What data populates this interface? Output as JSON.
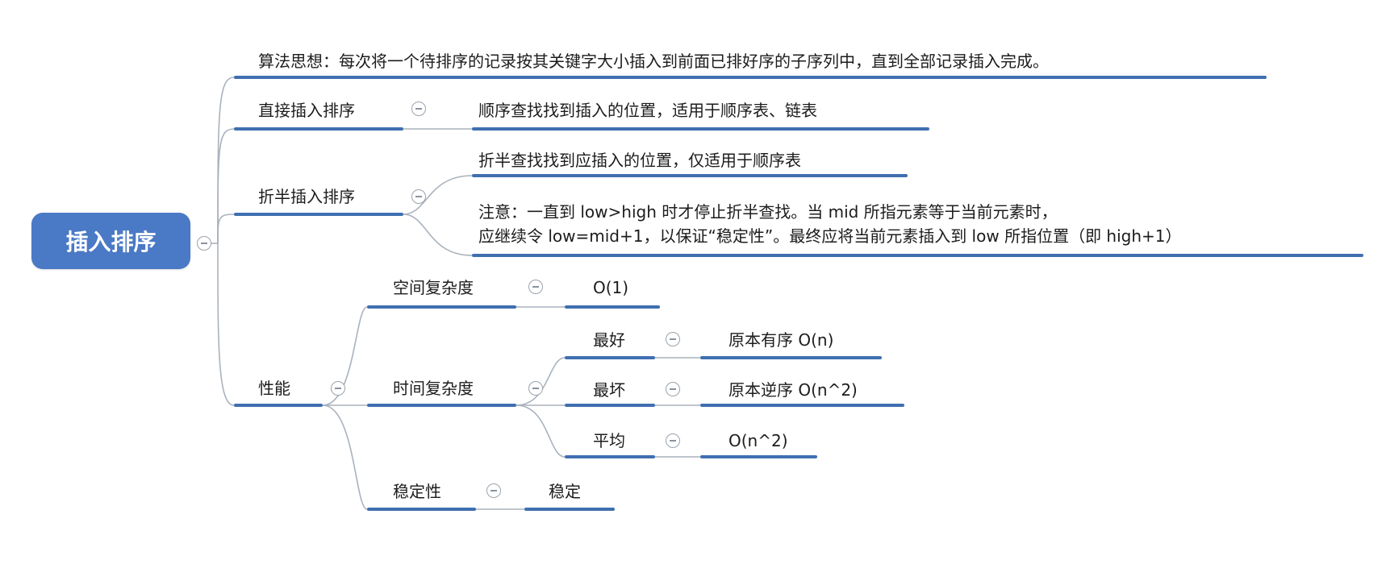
{
  "root": {
    "label": "插入排序"
  },
  "branches": {
    "idea": "算法思想：每次将一个待排序的记录按其关键字大小插入到前面已排好序的子序列中，直到全部记录插入完成。",
    "direct": {
      "label": "直接插入排序",
      "detail": "顺序查找找到插入的位置，适用于顺序表、链表"
    },
    "binary": {
      "label": "折半插入排序",
      "detail1": "折半查找找到应插入的位置，仅适用于顺序表",
      "note_line1": "注意：一直到 low>high 时才停止折半查找。当 mid 所指元素等于当前元素时，",
      "note_line2": "应继续令 low=mid+1，以保证“稳定性”。最终应将当前元素插入到 low 所指位置（即 high+1）"
    },
    "performance": {
      "label": "性能",
      "space": {
        "label": "空间复杂度",
        "value": "O(1)"
      },
      "time": {
        "label": "时间复杂度",
        "best": {
          "label": "最好",
          "value": "原本有序 O(n)"
        },
        "worst": {
          "label": "最坏",
          "value": "原本逆序 O(n^2)"
        },
        "avg": {
          "label": "平均",
          "value": "O(n^2)"
        }
      },
      "stability": {
        "label": "稳定性",
        "value": "稳定"
      }
    }
  },
  "colors": {
    "root_fill": "#4a79c6",
    "underline": "#3f6fb0",
    "connector": "#a9b2bc"
  },
  "icons": {
    "collapse": "minus-circle-icon"
  }
}
